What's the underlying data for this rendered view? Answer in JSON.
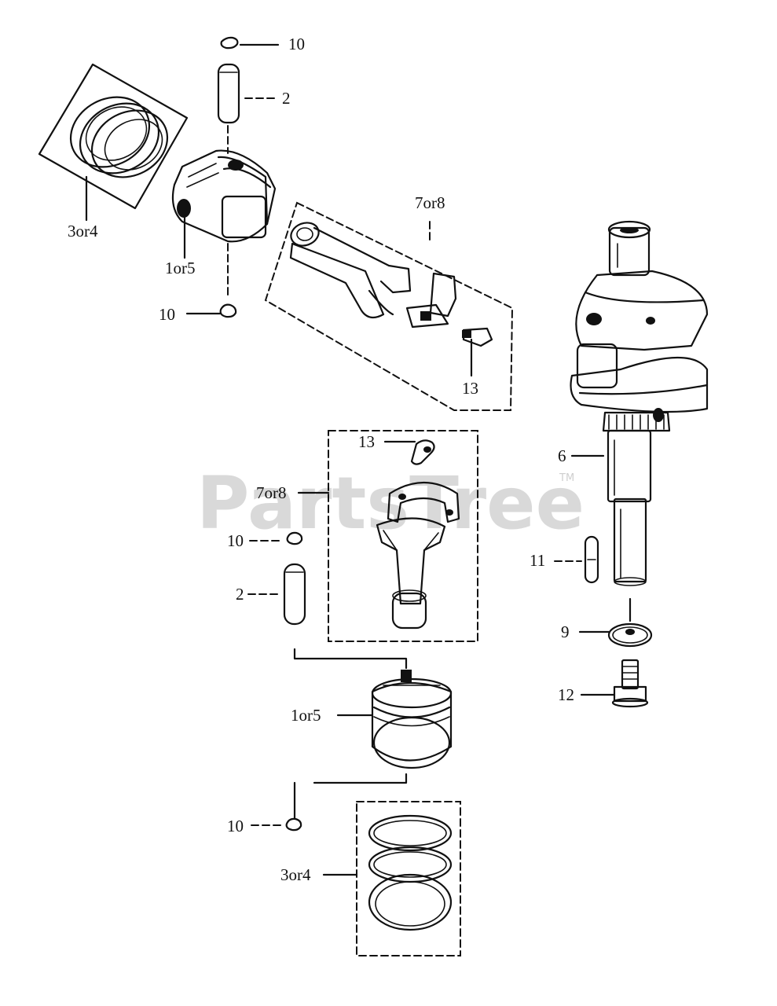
{
  "watermark": {
    "text": "PartsTree",
    "trademark": "TM"
  },
  "callouts": {
    "c10_top": "10",
    "c2_top": "2",
    "c3or4_top": "3or4",
    "c1or5_top": "1or5",
    "c10_mid": "10",
    "c7or8_top": "7or8",
    "c13_top": "13",
    "c13_mid": "13",
    "c7or8_mid": "7or8",
    "c10_low": "10",
    "c2_low": "2",
    "c6": "6",
    "c11": "11",
    "c9": "9",
    "c12": "12",
    "c1or5_low": "1or5",
    "c10_bottom": "10",
    "c3or4_bottom": "3or4"
  }
}
